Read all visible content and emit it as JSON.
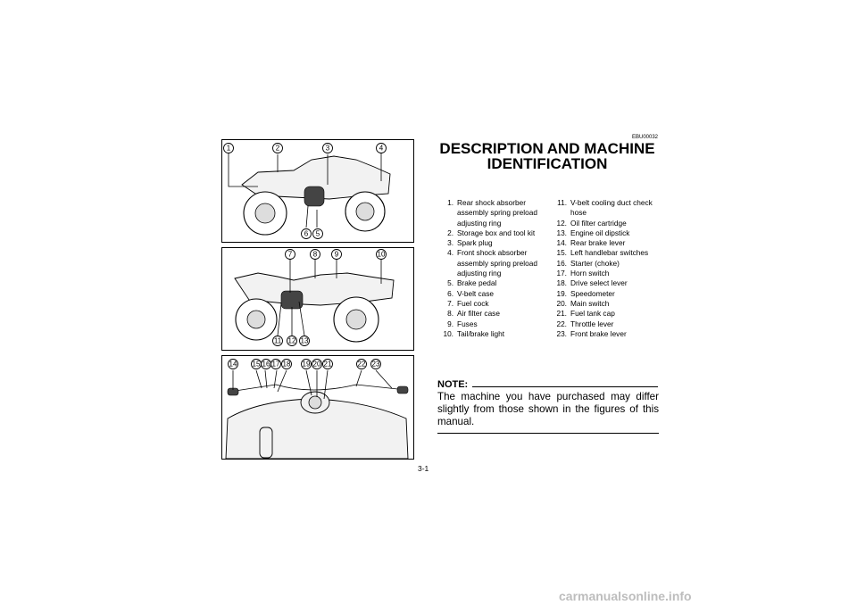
{
  "document_code": "EBU00032",
  "title": "DESCRIPTION AND MACHINE IDENTIFICATION",
  "figures": {
    "fig1_callouts": [
      "1",
      "2",
      "3",
      "4",
      "5",
      "6"
    ],
    "fig2_callouts": [
      "7",
      "8",
      "9",
      "10",
      "11",
      "12",
      "13"
    ],
    "fig3_callouts": [
      "14",
      "15",
      "16",
      "17",
      "18",
      "19",
      "20",
      "21",
      "22",
      "23"
    ]
  },
  "parts_col1": [
    {
      "num": "1.",
      "text": "Rear shock absorber assembly spring preload adjusting ring"
    },
    {
      "num": "2.",
      "text": "Storage box and tool kit"
    },
    {
      "num": "3.",
      "text": "Spark plug"
    },
    {
      "num": "4.",
      "text": "Front shock absorber assembly spring preload adjusting ring"
    },
    {
      "num": "5.",
      "text": "Brake pedal"
    },
    {
      "num": "6.",
      "text": "V-belt case"
    },
    {
      "num": "7.",
      "text": "Fuel cock"
    },
    {
      "num": "8.",
      "text": "Air filter case"
    },
    {
      "num": "9.",
      "text": "Fuses"
    },
    {
      "num": "10.",
      "text": "Tail/brake light"
    }
  ],
  "parts_col2": [
    {
      "num": "11.",
      "text": "V-belt cooling duct check hose"
    },
    {
      "num": "12.",
      "text": "Oil filter cartridge"
    },
    {
      "num": "13.",
      "text": "Engine oil dipstick"
    },
    {
      "num": "14.",
      "text": "Rear brake lever"
    },
    {
      "num": "15.",
      "text": "Left handlebar switches"
    },
    {
      "num": "16.",
      "text": "Starter (choke)"
    },
    {
      "num": "17.",
      "text": "Horn switch"
    },
    {
      "num": "18.",
      "text": "Drive select lever"
    },
    {
      "num": "19.",
      "text": "Speedometer"
    },
    {
      "num": "20.",
      "text": "Main switch"
    },
    {
      "num": "21.",
      "text": "Fuel tank cap"
    },
    {
      "num": "22.",
      "text": "Throttle lever"
    },
    {
      "num": "23.",
      "text": "Front brake lever"
    }
  ],
  "note": {
    "label": "NOTE:",
    "text": "The machine you have purchased may differ slightly from those shown in the figures of this manual."
  },
  "page_number": "3-1",
  "watermark": "carmanualsonline.info"
}
